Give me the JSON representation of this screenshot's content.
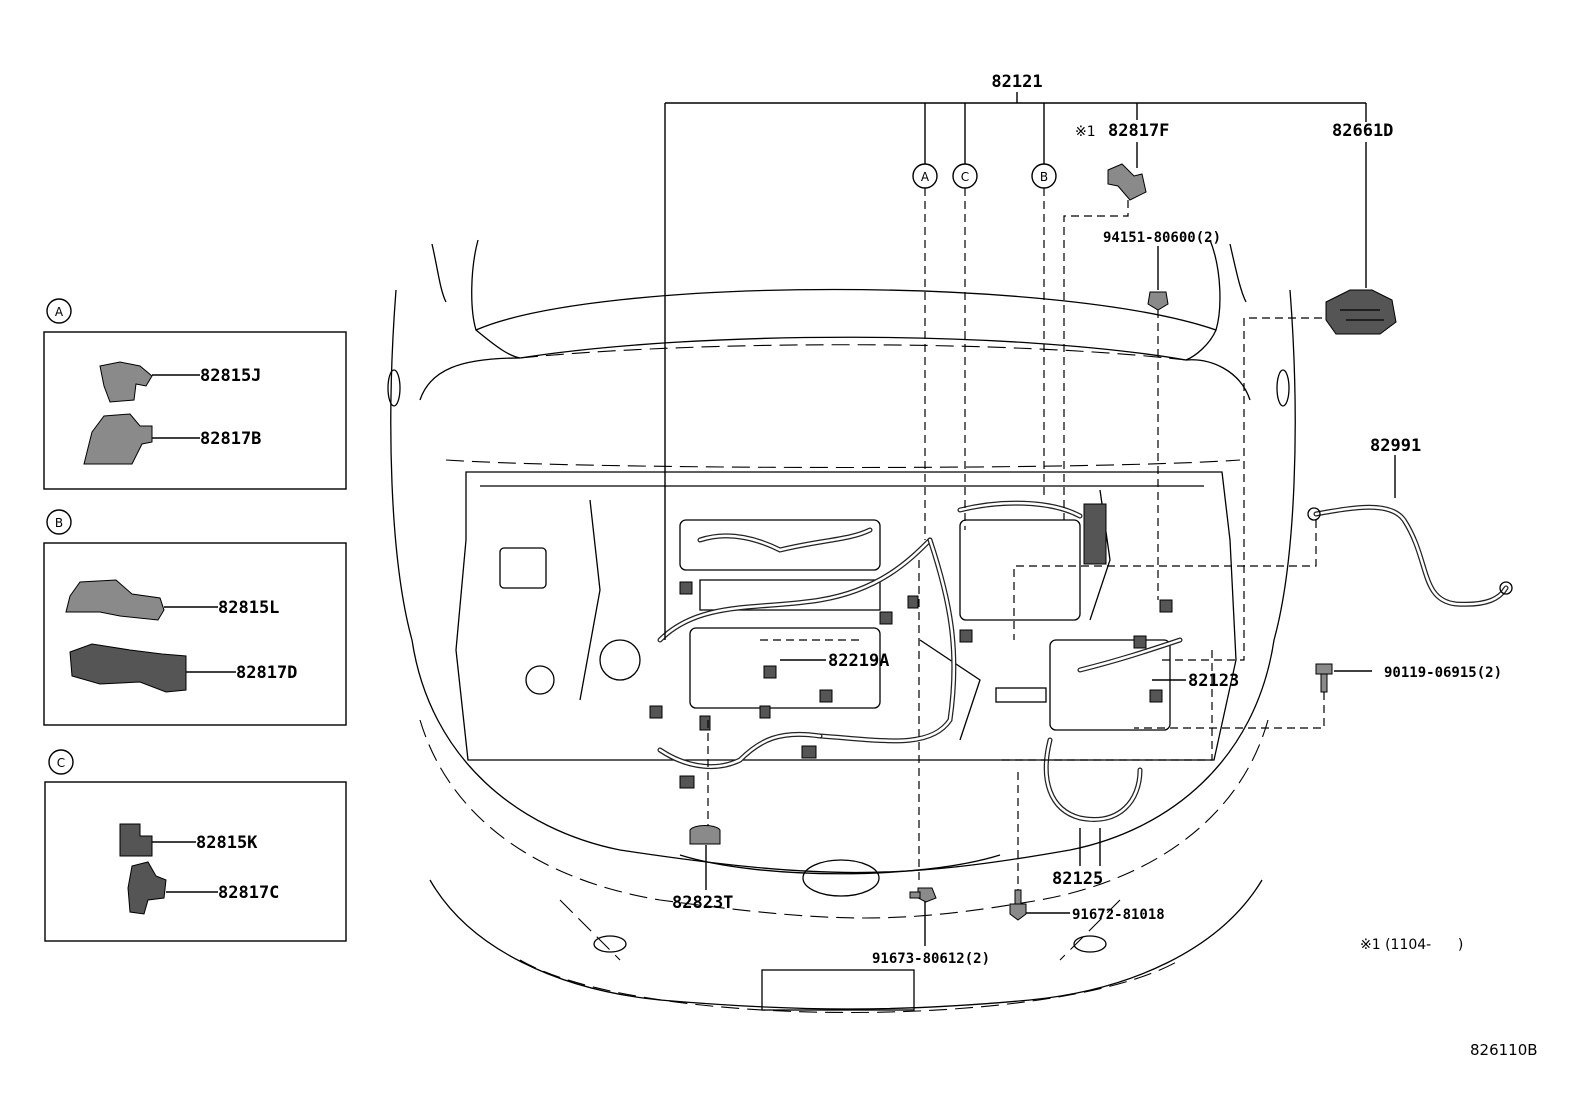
{
  "diagram": {
    "main_labels": {
      "harness_main": "82121",
      "protector_f": "82817F",
      "relay_block": "82661D",
      "nut": "94151-80600(2)",
      "wire_82991": "82991",
      "bolt_right": "90119-06915(2)",
      "harness_82123": "82123",
      "harness_82125": "82125",
      "bolt_bottom": "91672-81018",
      "bolt_left": "91673-80612(2)",
      "clamp_82823T": "82823T",
      "sub_82219A": "82219A"
    },
    "note_mark": "※1",
    "note_text": "※1 (1104-      )",
    "callouts": [
      "A",
      "C",
      "B"
    ],
    "boxes": [
      {
        "letter": "A",
        "parts": [
          "82815J",
          "82817B"
        ]
      },
      {
        "letter": "B",
        "parts": [
          "82815L",
          "82817D"
        ]
      },
      {
        "letter": "C",
        "parts": [
          "82815K",
          "82817C"
        ]
      }
    ],
    "diagram_code": "826110B"
  }
}
